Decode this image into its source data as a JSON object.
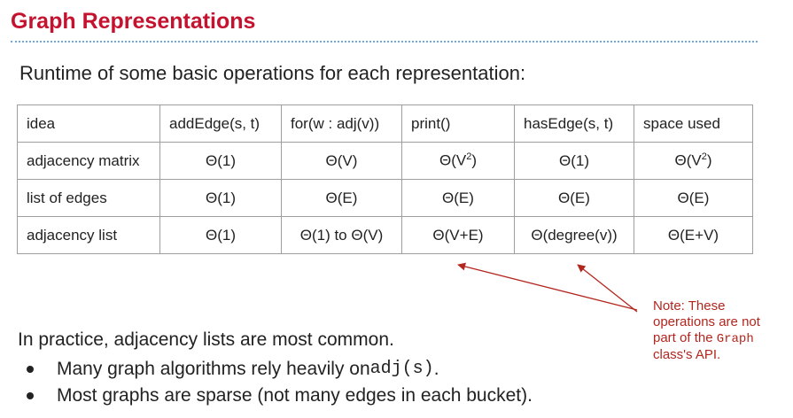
{
  "title": "Graph Representations",
  "subtitle": "Runtime of some basic operations for each representation:",
  "table": {
    "headers": [
      "idea",
      "addEdge(s, t)",
      "for(w : adj(v))",
      "print()",
      "hasEdge(s, t)",
      "space used"
    ],
    "rows": [
      {
        "name": "adjacency matrix",
        "add": "Θ(1)",
        "iter": "Θ(V)",
        "print_pre": "Θ(V",
        "print_sup": "2",
        "print_post": ")",
        "has": "Θ(1)",
        "space_pre": "Θ(V",
        "space_sup": "2",
        "space_post": ")"
      },
      {
        "name": "list of edges",
        "add": "Θ(1)",
        "iter": "Θ(E)",
        "print": "Θ(E)",
        "has": "Θ(E)",
        "space": "Θ(E)"
      },
      {
        "name": "adjacency list",
        "add": "Θ(1)",
        "iter": "Θ(1) to Θ(V)",
        "print": "Θ(V+E)",
        "has": "Θ(degree(v))",
        "space": "Θ(E+V)"
      }
    ]
  },
  "note": {
    "before": "Note: These operations are not part of the ",
    "code": "Graph",
    "after": " class's API."
  },
  "practice": "In practice, adjacency lists are most common.",
  "bullets": {
    "b1_pre": "Many graph algorithms rely heavily on ",
    "b1_code": "adj(s)",
    "b1_post": ".",
    "b2": "Most graphs are sparse (not many edges in each bucket)."
  },
  "colors": {
    "title": "#c4122f",
    "note": "#b3261e",
    "divider": "#6fa8dc",
    "border": "#9e9e9e"
  }
}
